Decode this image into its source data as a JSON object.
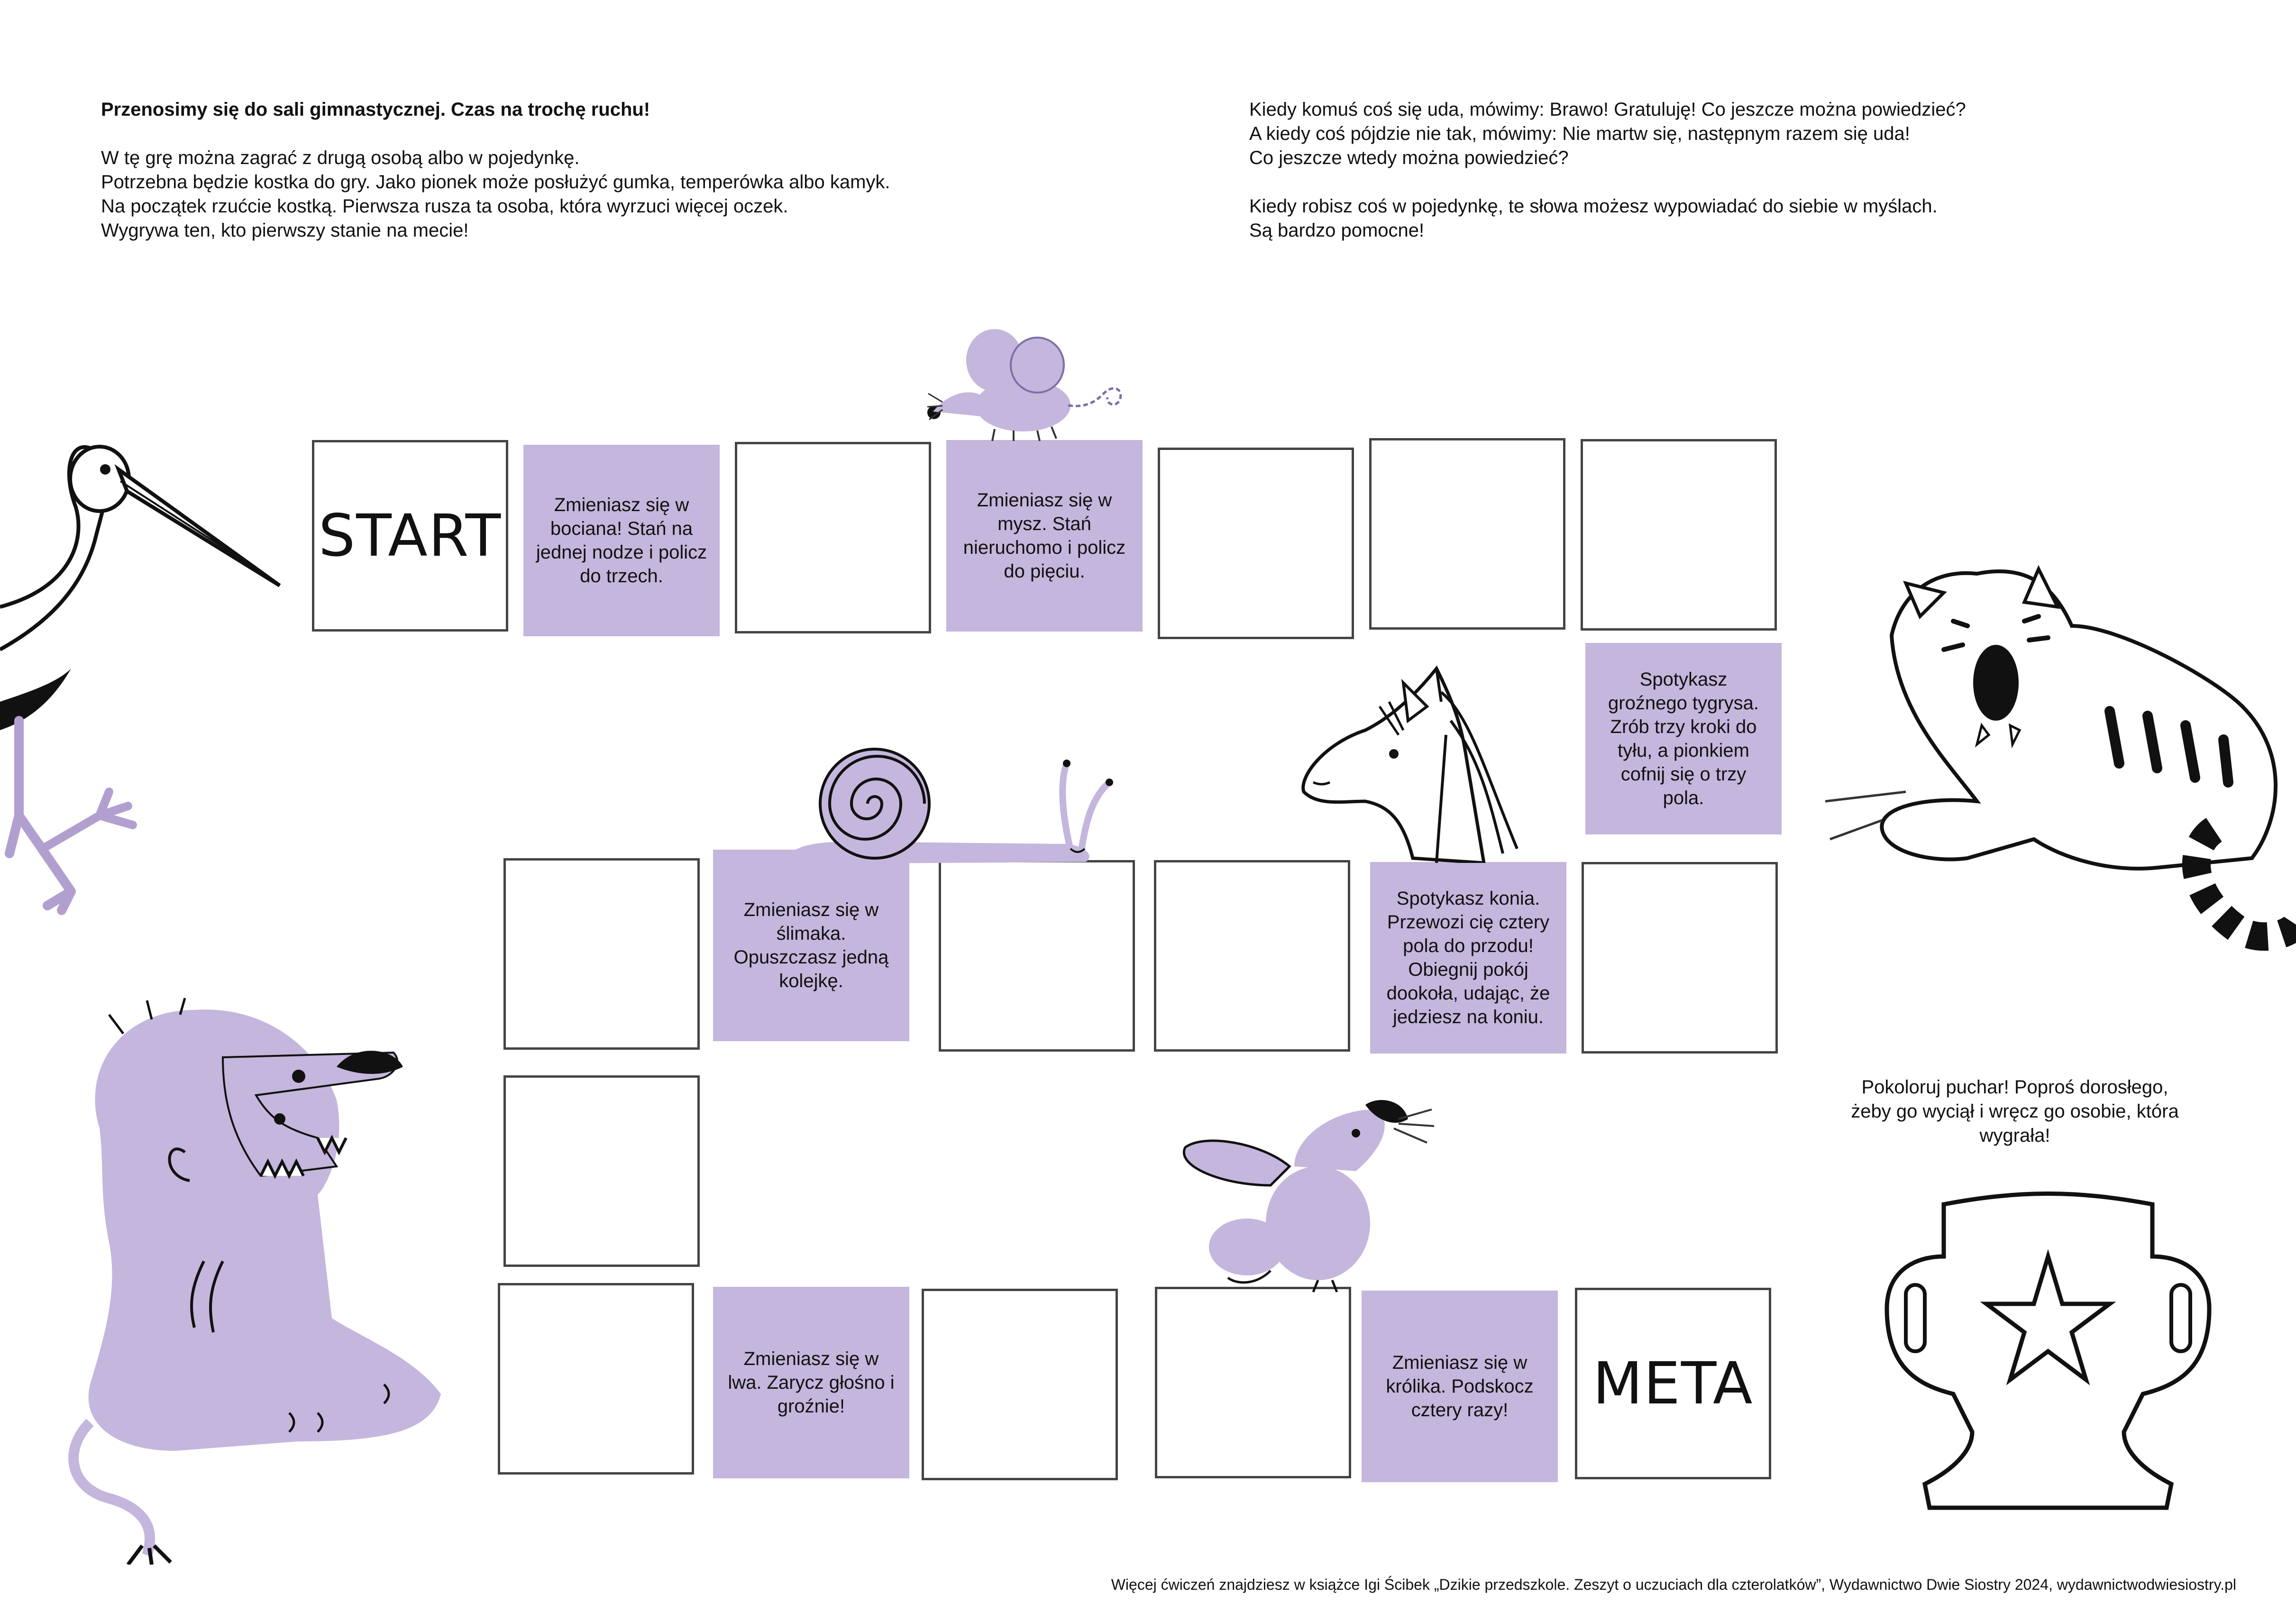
{
  "intro_left": {
    "title": "Przenosimy się do sali gimnastycznej. Czas na trochę ruchu!",
    "lines": [
      "W tę grę można zagrać z drugą osobą albo w pojedynkę.",
      "Potrzebna będzie kostka do gry. Jako pionek może posłużyć gumka, temperówka albo kamyk.",
      "Na początek rzućcie kostką. Pierwsza rusza ta osoba, która wyrzuci więcej oczek.",
      "Wygrywa ten, kto pierwszy stanie na mecie!"
    ]
  },
  "intro_right": {
    "lines_a": [
      "Kiedy komuś coś się uda, mówimy: Brawo! Gratuluję! Co jeszcze można powiedzieć?",
      "A kiedy coś pójdzie nie tak, mówimy: Nie martw się, następnym razem się uda!",
      "Co jeszcze wtedy można powiedzieć?"
    ],
    "lines_b": [
      "Kiedy robisz coś w pojedynkę, te słowa możesz wypowiadać do siebie w myślach.",
      "Są bardzo pomocne!"
    ]
  },
  "board": {
    "start": "START",
    "meta": "META",
    "stork": "Zmieniasz się w bociana! Stań na jednej nodze i policz do trzech.",
    "mouse": "Zmieniasz się w mysz. Stań nieruchomo i policz do pięciu.",
    "tiger": "Spotykasz groźnego tygrysa. Zrób trzy kroki do tyłu, a pionkiem cofnij się o trzy pola.",
    "snail": "Zmieniasz się w ślimaka. Opuszczasz jedną kolejkę.",
    "horse": "Spotykasz konia. Przewozi cię cztery pola do przodu! Obiegnij pokój dookoła, udając, że jedziesz na koniu.",
    "lion": "Zmieniasz się w lwa. Zarycz głośno i groźnie!",
    "rabbit": "Zmieniasz się w królika. Podskocz cztery razy!"
  },
  "trophy_note": "Pokoloruj puchar! Poproś dorosłego, żeby go wyciął i wręcz go osobie, która wygrała!",
  "footer": "Więcej ćwiczeń znajdziesz w książce Igi Ścibek „Dzikie przedszkole. Zeszyt o uczuciach dla czterolatków”, Wydawnictwo Dwie Siostry 2024, wydawnictwodwiesiostry.pl",
  "colors": {
    "accent": "#c4b6dc",
    "accent_dark": "#b1a0cf",
    "ink": "#111111"
  },
  "icons": [
    "stork-illustration",
    "mouse-illustration",
    "tiger-illustration",
    "snail-illustration",
    "horse-illustration",
    "lion-illustration",
    "rabbit-illustration",
    "trophy-cutout",
    "star-icon"
  ]
}
